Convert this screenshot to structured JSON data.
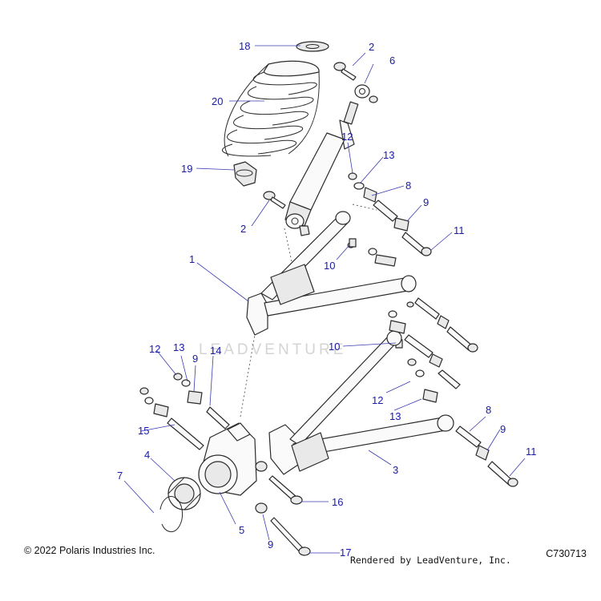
{
  "callouts": {
    "c1": "1",
    "c2a": "2",
    "c2b": "2",
    "c3": "3",
    "c4": "4",
    "c5": "5",
    "c6": "6",
    "c7": "7",
    "c8a": "8",
    "c8b": "8",
    "c9a": "9",
    "c9b": "9",
    "c9c": "9",
    "c9d": "9",
    "c10a": "10",
    "c10b": "10",
    "c11a": "11",
    "c11b": "11",
    "c12a": "12",
    "c12b": "12",
    "c12c": "12",
    "c13a": "13",
    "c13b": "13",
    "c13c": "13",
    "c14": "14",
    "c15": "15",
    "c16": "16",
    "c17": "17",
    "c18": "18",
    "c19": "19",
    "c20": "20"
  },
  "footer": {
    "copyright": "© 2022 Polaris Industries Inc.",
    "rendered_by": "Rendered by LeadVenture, Inc.",
    "drawing_id": "C730713"
  },
  "watermark": "LEADVENTURE",
  "colors": {
    "callout": "#1a1aa8",
    "line": "#2b2b2b",
    "background": "#ffffff"
  }
}
